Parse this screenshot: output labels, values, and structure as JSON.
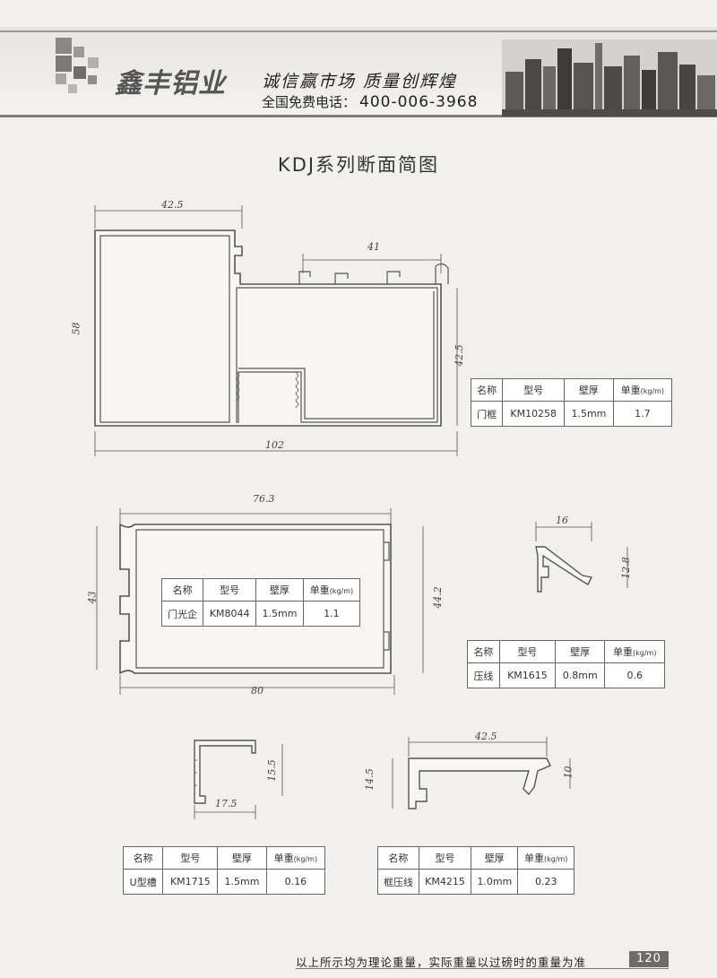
{
  "header": {
    "company_name": "鑫丰铝业",
    "slogan": "诚信赢市场    质量创辉煌",
    "phone_label": "全国免费电话：",
    "phone_number": "400-006-3968"
  },
  "page_title": "KDJ系列断面简图",
  "table_headers": {
    "name": "名称",
    "model": "型号",
    "wall": "壁厚",
    "weight": "单重",
    "weight_unit": "(kg/m)"
  },
  "profiles": [
    {
      "name": "门框",
      "model": "KM10258",
      "wall": "1.5mm",
      "weight": "1.7",
      "dims": {
        "top": "42.5",
        "left": "58",
        "right_top": "41",
        "right_side": "42.5",
        "bottom": "102"
      }
    },
    {
      "name": "门光企",
      "model": "KM8044",
      "wall": "1.5mm",
      "weight": "1.1",
      "dims": {
        "top": "76.3",
        "left": "43",
        "right": "44.2",
        "bottom": "80"
      }
    },
    {
      "name": "压线",
      "model": "KM1615",
      "wall": "0.8mm",
      "weight": "0.6",
      "dims": {
        "top": "16",
        "right": "12.8"
      }
    },
    {
      "name": "U型槽",
      "model": "KM1715",
      "wall": "1.5mm",
      "weight": "0.16",
      "dims": {
        "right": "15.5",
        "bottom": "17.5"
      }
    },
    {
      "name": "框压线",
      "model": "KM4215",
      "wall": "1.0mm",
      "weight": "0.23",
      "dims": {
        "top": "42.5",
        "left": "14.5",
        "right": "10"
      }
    }
  ],
  "footer": {
    "note": "以上所示均为理论重量，实际重量以过磅时的重量为准",
    "page_number": "120"
  }
}
